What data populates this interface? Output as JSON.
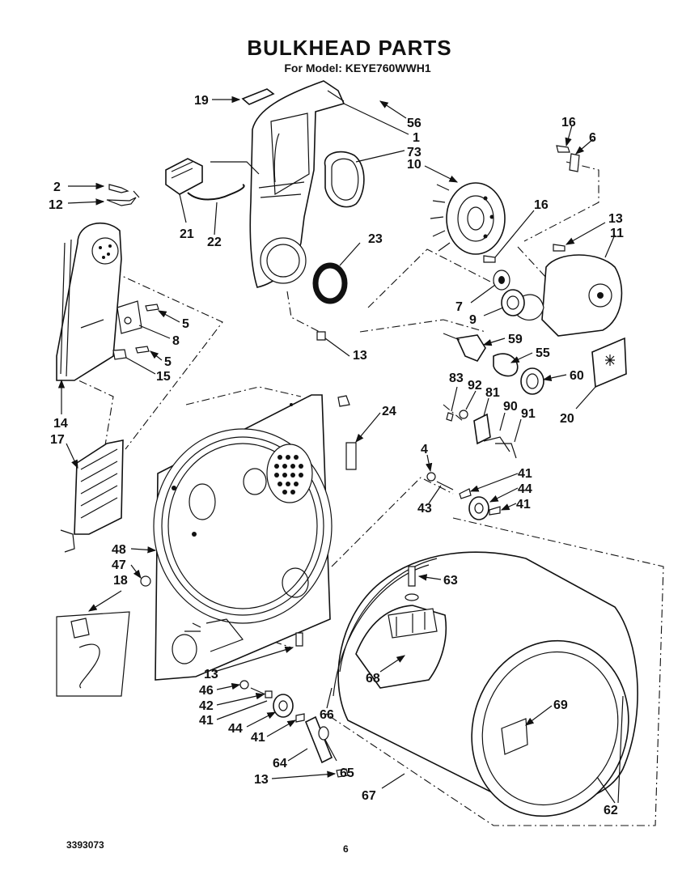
{
  "header": {
    "title": "BULKHEAD PARTS",
    "subtitle": "For Model: KEYE760WWH1"
  },
  "footer": {
    "document_number": "3393073",
    "page_number": "6"
  },
  "callouts": [
    {
      "id": "c19",
      "text": "19"
    },
    {
      "id": "c56",
      "text": "56"
    },
    {
      "id": "c1",
      "text": "1"
    },
    {
      "id": "c73",
      "text": "73"
    },
    {
      "id": "c10",
      "text": "10"
    },
    {
      "id": "c16a",
      "text": "16"
    },
    {
      "id": "c6",
      "text": "6"
    },
    {
      "id": "c2",
      "text": "2"
    },
    {
      "id": "c12",
      "text": "12"
    },
    {
      "id": "c21",
      "text": "21"
    },
    {
      "id": "c22",
      "text": "22"
    },
    {
      "id": "c23",
      "text": "23"
    },
    {
      "id": "c16b",
      "text": "16"
    },
    {
      "id": "c13a",
      "text": "13"
    },
    {
      "id": "c11",
      "text": "11"
    },
    {
      "id": "c5a",
      "text": "5"
    },
    {
      "id": "c8",
      "text": "8"
    },
    {
      "id": "c5b",
      "text": "5"
    },
    {
      "id": "c15",
      "text": "15"
    },
    {
      "id": "c7",
      "text": "7"
    },
    {
      "id": "c9",
      "text": "9"
    },
    {
      "id": "c59",
      "text": "59"
    },
    {
      "id": "c55",
      "text": "55"
    },
    {
      "id": "c13b",
      "text": "13"
    },
    {
      "id": "c60",
      "text": "60"
    },
    {
      "id": "c83",
      "text": "83"
    },
    {
      "id": "c92",
      "text": "92"
    },
    {
      "id": "c81",
      "text": "81"
    },
    {
      "id": "c90",
      "text": "90"
    },
    {
      "id": "c91",
      "text": "91"
    },
    {
      "id": "c20",
      "text": "20"
    },
    {
      "id": "c14",
      "text": "14"
    },
    {
      "id": "c17",
      "text": "17"
    },
    {
      "id": "c24",
      "text": "24"
    },
    {
      "id": "c4",
      "text": "4"
    },
    {
      "id": "c41a",
      "text": "41"
    },
    {
      "id": "c44a",
      "text": "44"
    },
    {
      "id": "c41b",
      "text": "41"
    },
    {
      "id": "c43",
      "text": "43"
    },
    {
      "id": "c48",
      "text": "48"
    },
    {
      "id": "c47",
      "text": "47"
    },
    {
      "id": "c18",
      "text": "18"
    },
    {
      "id": "c63",
      "text": "63"
    },
    {
      "id": "c68",
      "text": "68"
    },
    {
      "id": "c69",
      "text": "69"
    },
    {
      "id": "c13c",
      "text": "13"
    },
    {
      "id": "c46",
      "text": "46"
    },
    {
      "id": "c42",
      "text": "42"
    },
    {
      "id": "c41c",
      "text": "41"
    },
    {
      "id": "c44b",
      "text": "44"
    },
    {
      "id": "c41d",
      "text": "41"
    },
    {
      "id": "c66",
      "text": "66"
    },
    {
      "id": "c64",
      "text": "64"
    },
    {
      "id": "c65",
      "text": "65"
    },
    {
      "id": "c13d",
      "text": "13"
    },
    {
      "id": "c67",
      "text": "67"
    },
    {
      "id": "c62",
      "text": "62"
    }
  ]
}
